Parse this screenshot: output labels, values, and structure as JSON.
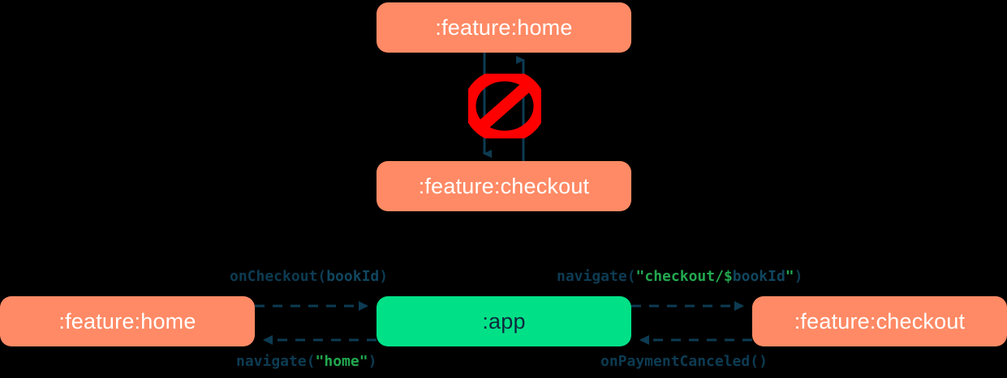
{
  "diagram": {
    "title": "module navigation dependency diagram",
    "colors": {
      "background": "#000000",
      "feature_node": "#FF8A65",
      "app_node": "#00E187",
      "feature_node_text": "#FFFFFF",
      "app_node_text": "#0D2B3E",
      "edge": "#0D3B52",
      "forbidden": "#FF0000",
      "code_function": "#0D3B52",
      "code_string": "#22A84F",
      "code_variable": "#10465F"
    }
  },
  "top_cluster": {
    "nodes": [
      {
        "id": "home-top",
        "label": ":feature:home",
        "type": "feature"
      },
      {
        "id": "checkout-top",
        "label": ":feature:checkout",
        "type": "feature"
      }
    ],
    "edges": [
      {
        "from": "home-top",
        "to": "checkout-top",
        "direction": "down",
        "style": "solid"
      },
      {
        "from": "checkout-top",
        "to": "home-top",
        "direction": "up",
        "style": "solid"
      }
    ],
    "badge": {
      "name": "prohibited-sign",
      "glyph": "no-entry",
      "meaning": "not allowed"
    }
  },
  "bottom_row": {
    "nodes": [
      {
        "id": "home-bottom",
        "label": ":feature:home",
        "type": "feature"
      },
      {
        "id": "app",
        "label": ":app",
        "type": "app"
      },
      {
        "id": "checkout-bottom",
        "label": ":feature:checkout",
        "type": "feature"
      }
    ],
    "edges": [
      {
        "id": "on-checkout",
        "from": "home-bottom",
        "to": "app",
        "style": "dashed",
        "direction": "right",
        "position": "above",
        "tokens": [
          {
            "text": "onCheckout",
            "kind": "fn"
          },
          {
            "text": "(",
            "kind": "punct"
          },
          {
            "text": "bookId",
            "kind": "var"
          },
          {
            "text": ")",
            "kind": "punct"
          }
        ],
        "plain": "onCheckout(bookId)"
      },
      {
        "id": "navigate-checkout",
        "from": "app",
        "to": "checkout-bottom",
        "style": "dashed",
        "direction": "right",
        "position": "above",
        "tokens": [
          {
            "text": "navigate",
            "kind": "fn"
          },
          {
            "text": "(",
            "kind": "punct"
          },
          {
            "text": "\"checkout/",
            "kind": "str"
          },
          {
            "text": "$",
            "kind": "str"
          },
          {
            "text": "bookId",
            "kind": "var"
          },
          {
            "text": "\"",
            "kind": "str"
          },
          {
            "text": ")",
            "kind": "punct"
          }
        ],
        "plain": "navigate(\"checkout/$bookId\")"
      },
      {
        "id": "navigate-home",
        "from": "app",
        "to": "home-bottom",
        "style": "dashed",
        "direction": "left",
        "position": "below",
        "tokens": [
          {
            "text": "navigate",
            "kind": "fn"
          },
          {
            "text": "(",
            "kind": "punct"
          },
          {
            "text": "\"home\"",
            "kind": "str"
          },
          {
            "text": ")",
            "kind": "punct"
          }
        ],
        "plain": "navigate(\"home\")"
      },
      {
        "id": "on-payment-canceled",
        "from": "checkout-bottom",
        "to": "app",
        "style": "dashed",
        "direction": "left",
        "position": "below",
        "tokens": [
          {
            "text": "onPaymentCanceled",
            "kind": "fn"
          },
          {
            "text": "()",
            "kind": "punct"
          }
        ],
        "plain": "onPaymentCanceled()"
      }
    ]
  },
  "labels": {
    "home_top": ":feature:home",
    "checkout_top": ":feature:checkout",
    "home_bottom": ":feature:home",
    "app": ":app",
    "checkout_bottom": ":feature:checkout",
    "on_checkout_fn": "onCheckout",
    "on_checkout_open": "(",
    "on_checkout_var": "bookId",
    "on_checkout_close": ")",
    "navigate_ck_fn": "navigate",
    "navigate_ck_open": "(",
    "navigate_ck_str1": "\"checkout/",
    "navigate_ck_dollar": "$",
    "navigate_ck_var": "bookId",
    "navigate_ck_str2": "\"",
    "navigate_ck_close": ")",
    "navigate_home_fn": "navigate",
    "navigate_home_open": "(",
    "navigate_home_str": "\"home\"",
    "navigate_home_close": ")",
    "on_cancel_fn": "onPaymentCanceled",
    "on_cancel_parens": "()"
  }
}
